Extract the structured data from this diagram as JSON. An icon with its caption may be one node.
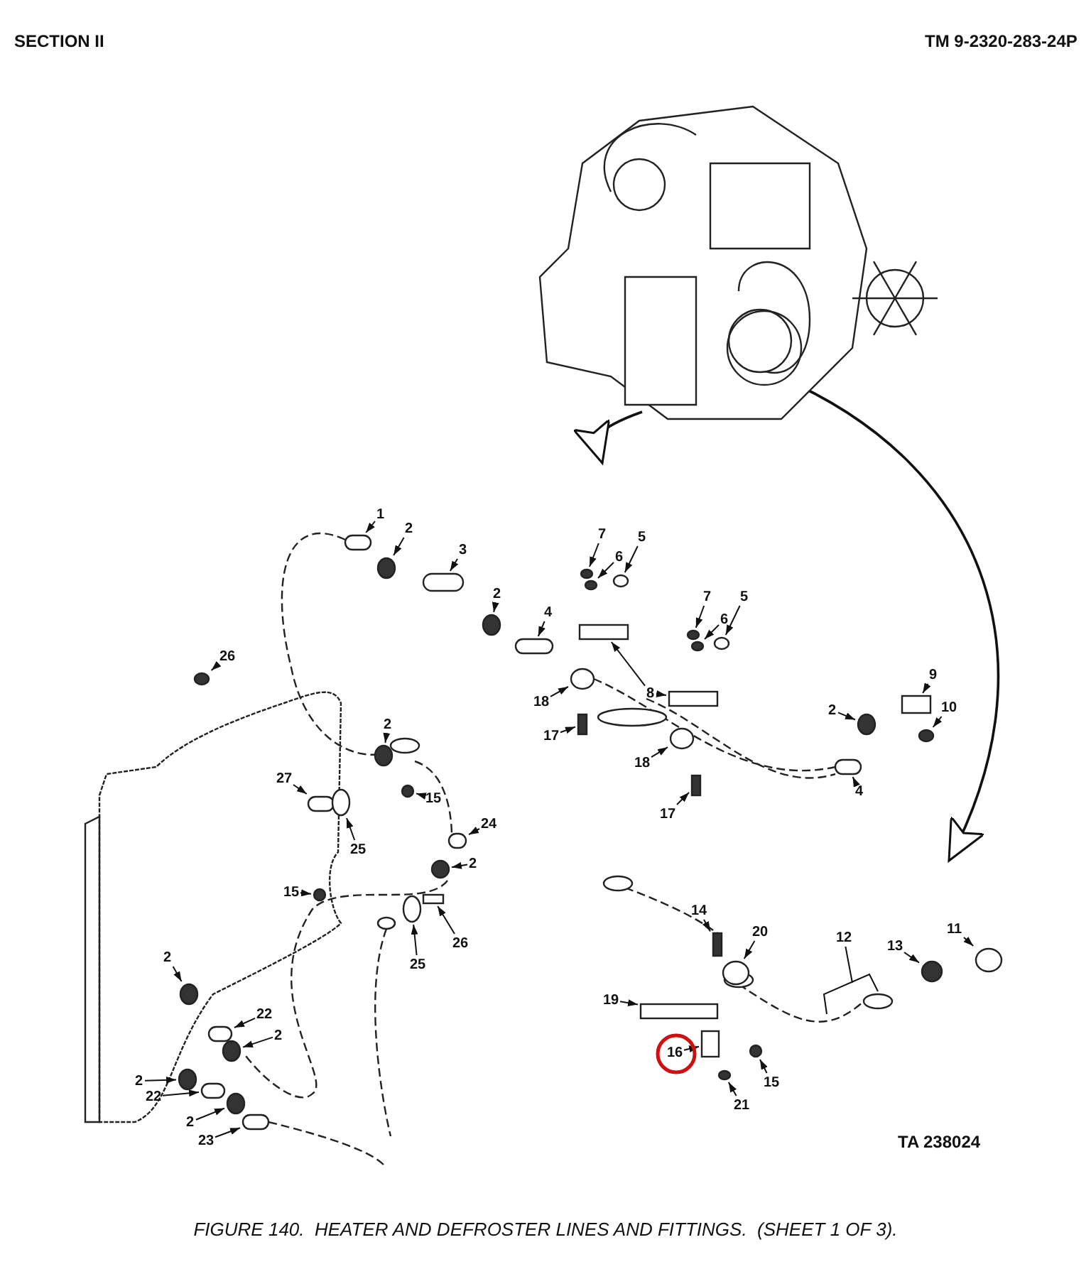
{
  "diagram": {
    "caption": "FIGURE 140.  HEATER AND DEFROSTER LINES AND FITTINGS.  (SHEET 1 OF 3).",
    "nodes": [
      {
        "text": [],
        "shape": "picture"
      },
      {
        "text": [
          "1"
        ]
      },
      {
        "text": [
          "2"
        ]
      },
      {
        "text": [
          "3"
        ]
      },
      {
        "text": [
          "2"
        ]
      },
      {
        "text": [
          "4"
        ]
      },
      {
        "text": [
          "7"
        ]
      },
      {
        "text": [
          "6"
        ]
      },
      {
        "text": [
          "5"
        ]
      },
      {
        "text": [
          "7"
        ]
      },
      {
        "text": [
          "6"
        ]
      },
      {
        "text": [
          "5"
        ]
      },
      {
        "text": [
          "8"
        ]
      },
      {
        "text": [
          "18"
        ]
      },
      {
        "text": [
          "17"
        ]
      },
      {
        "text": [
          "18"
        ]
      },
      {
        "text": [
          "17"
        ]
      },
      {
        "text": [
          "9"
        ]
      },
      {
        "text": [
          "10"
        ]
      },
      {
        "text": [
          "2"
        ]
      },
      {
        "text": [
          "4"
        ]
      },
      {
        "text": [
          "26"
        ]
      },
      {
        "text": [
          "2"
        ]
      },
      {
        "text": [
          "27"
        ]
      },
      {
        "text": [
          "25"
        ]
      },
      {
        "text": [
          "15"
        ]
      },
      {
        "text": [
          "24"
        ]
      },
      {
        "text": [
          "2"
        ]
      },
      {
        "text": [
          "15"
        ]
      },
      {
        "text": [
          "26"
        ]
      },
      {
        "text": [
          "25"
        ]
      },
      {
        "text": [
          "2"
        ]
      },
      {
        "text": [
          "22"
        ]
      },
      {
        "text": [
          "2"
        ]
      },
      {
        "text": [
          "2"
        ]
      },
      {
        "text": [
          "22"
        ]
      },
      {
        "text": [
          "2"
        ]
      },
      {
        "text": [
          "23"
        ]
      },
      {
        "text": [
          "14"
        ]
      },
      {
        "text": [
          "20"
        ]
      },
      {
        "text": [
          "19"
        ]
      },
      {
        "text": [
          "16"
        ]
      },
      {
        "text": [
          "15"
        ]
      },
      {
        "text": [
          "21"
        ]
      },
      {
        "text": [
          "12"
        ]
      },
      {
        "text": [
          "11"
        ]
      },
      {
        "text": [
          "13"
        ]
      },
      {
        "text": [],
        "shape": "cylinder"
      },
      {
        "text": [],
        "shape": "circle"
      },
      {
        "text": [],
        "shape": "cylinder"
      },
      {
        "text": [],
        "shape": "circle"
      },
      {
        "text": [],
        "shape": "cylinder"
      },
      {
        "text": [],
        "shape": "circle"
      },
      {
        "text": [],
        "shape": "circle"
      },
      {
        "text": [],
        "shape": "circle"
      },
      {
        "text": [],
        "shape": "circle"
      },
      {
        "text": [],
        "shape": "circle"
      },
      {
        "text": [],
        "shape": "circle"
      },
      {
        "text": [],
        "shape": "box"
      },
      {
        "text": [],
        "shape": "box"
      },
      {
        "text": [],
        "shape": "circle"
      },
      {
        "text": [],
        "shape": "box"
      },
      {
        "text": [],
        "shape": "circle"
      },
      {
        "text": [],
        "shape": "box"
      },
      {
        "text": [],
        "shape": "box"
      },
      {
        "text": [],
        "shape": "circle"
      },
      {
        "text": [],
        "shape": "circle"
      },
      {
        "text": [],
        "shape": "cylinder"
      },
      {
        "text": [],
        "shape": "circle"
      },
      {
        "text": [],
        "shape": "circle"
      },
      {
        "text": [],
        "shape": "cylinder"
      },
      {
        "text": [],
        "shape": "circle"
      },
      {
        "text": [],
        "shape": "circle"
      },
      {
        "text": [],
        "shape": "cylinder"
      },
      {
        "text": [],
        "shape": "circle"
      },
      {
        "text": [],
        "shape": "circle"
      },
      {
        "text": [],
        "shape": "box"
      },
      {
        "text": [],
        "shape": "circle"
      },
      {
        "text": [],
        "shape": "circle"
      },
      {
        "text": [],
        "shape": "cylinder"
      },
      {
        "text": [],
        "shape": "circle"
      },
      {
        "text": [],
        "shape": "circle"
      },
      {
        "text": [],
        "shape": "cylinder"
      },
      {
        "text": [],
        "shape": "circle"
      },
      {
        "text": [],
        "shape": "cylinder"
      },
      {
        "text": [],
        "shape": "box"
      },
      {
        "text": [],
        "shape": "circle"
      },
      {
        "text": [],
        "shape": "bar"
      },
      {
        "text": [],
        "shape": "box"
      },
      {
        "text": [],
        "shape": "circle"
      },
      {
        "text": [],
        "shape": "circle"
      },
      {
        "text": [],
        "shape": "circle"
      },
      {
        "text": [],
        "shape": "circle"
      }
    ],
    "edges": [
      {
        "from": 0,
        "to": null,
        "arrow": "to"
      },
      {
        "from": 0,
        "to": null,
        "arrow": "to"
      },
      {
        "from": 1,
        "to": 47,
        "arrow": "to"
      },
      {
        "from": 2,
        "to": 48,
        "arrow": "to"
      },
      {
        "from": 3,
        "to": 49,
        "arrow": "to"
      },
      {
        "from": 4,
        "to": 50,
        "arrow": "to"
      },
      {
        "from": 5,
        "to": 51,
        "arrow": "to"
      },
      {
        "from": 6,
        "to": 52,
        "arrow": "to"
      },
      {
        "from": 7,
        "to": 53,
        "arrow": "to"
      },
      {
        "from": 8,
        "to": 54,
        "arrow": "to"
      },
      {
        "from": 9,
        "to": 55,
        "arrow": "to"
      },
      {
        "from": 10,
        "to": 56,
        "arrow": "to"
      },
      {
        "from": 11,
        "to": 57,
        "arrow": "to"
      },
      {
        "from": 12,
        "to": 58,
        "arrow": "to"
      },
      {
        "from": 12,
        "to": 59,
        "arrow": "to"
      },
      {
        "from": 13,
        "to": 60,
        "arrow": "to"
      },
      {
        "from": 14,
        "to": 61,
        "arrow": "to"
      },
      {
        "from": 15,
        "to": 62,
        "arrow": "to"
      },
      {
        "from": 16,
        "to": 63,
        "arrow": "to"
      },
      {
        "from": 17,
        "to": 64,
        "arrow": "to"
      },
      {
        "from": 18,
        "to": 65,
        "arrow": "to"
      },
      {
        "from": 19,
        "to": 66,
        "arrow": "to"
      },
      {
        "from": 20,
        "to": 67,
        "arrow": "to"
      },
      {
        "from": 21,
        "to": 68,
        "arrow": "to"
      },
      {
        "from": 22,
        "to": 69,
        "arrow": "to"
      },
      {
        "from": 23,
        "to": 70,
        "arrow": "to"
      },
      {
        "from": 24,
        "to": 71,
        "arrow": "to"
      },
      {
        "from": 25,
        "to": 72,
        "arrow": "to"
      },
      {
        "from": 26,
        "to": 73,
        "arrow": "to"
      },
      {
        "from": 27,
        "to": 74,
        "arrow": "to"
      },
      {
        "from": 28,
        "to": 75,
        "arrow": "to"
      },
      {
        "from": 29,
        "to": 76,
        "arrow": "to"
      },
      {
        "from": 30,
        "to": 77,
        "arrow": "to"
      },
      {
        "from": 31,
        "to": 78,
        "arrow": "to"
      },
      {
        "from": 32,
        "to": 79,
        "arrow": "to"
      },
      {
        "from": 33,
        "to": 80,
        "arrow": "to"
      },
      {
        "from": 34,
        "to": 81,
        "arrow": "to"
      },
      {
        "from": 35,
        "to": 82,
        "arrow": "to"
      },
      {
        "from": 36,
        "to": 83,
        "arrow": "to"
      },
      {
        "from": 37,
        "to": 84,
        "arrow": "to"
      },
      {
        "from": 38,
        "to": 85,
        "arrow": "to"
      },
      {
        "from": 39,
        "to": 86,
        "arrow": "to"
      },
      {
        "from": 40,
        "to": 87,
        "arrow": "to"
      },
      {
        "from": 41,
        "to": 88,
        "arrow": "to"
      },
      {
        "from": 42,
        "to": 89,
        "arrow": "to"
      },
      {
        "from": 43,
        "to": 90,
        "arrow": "to"
      },
      {
        "from": 44,
        "to": null,
        "arrow": "none"
      },
      {
        "from": 45,
        "to": 91,
        "arrow": "to"
      },
      {
        "from": 46,
        "to": 92,
        "arrow": "to"
      }
    ],
    "labels": [
      "SECTION II",
      "TM 9-2320-283-24P",
      "TA 238024"
    ]
  }
}
